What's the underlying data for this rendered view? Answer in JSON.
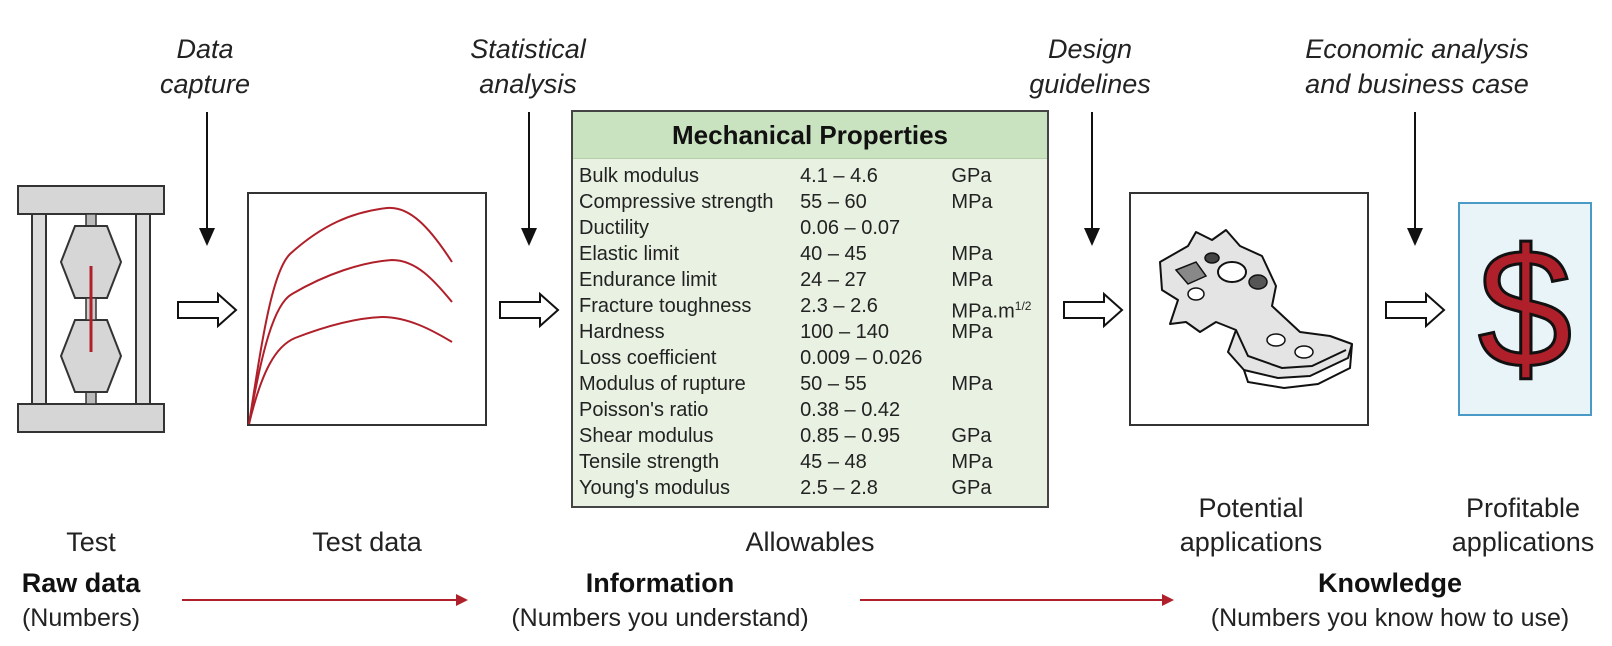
{
  "steps": {
    "data_capture": [
      "Data",
      "capture"
    ],
    "statistical_analysis": [
      "Statistical",
      "analysis"
    ],
    "design_guidelines": [
      "Design",
      "guidelines"
    ],
    "economic_analysis": [
      "Economic analysis",
      "and business case"
    ]
  },
  "captions": {
    "test": "Test",
    "test_data": "Test data",
    "allowables": "Allowables",
    "potential_applications": [
      "Potential",
      "applications"
    ],
    "profitable_applications": [
      "Profitable",
      "applications"
    ]
  },
  "stages": {
    "raw": {
      "title": "Raw data",
      "sub": "(Numbers)"
    },
    "information": {
      "title": "Information",
      "sub": "(Numbers you understand)"
    },
    "knowledge": {
      "title": "Knowledge",
      "sub": "(Numbers you know how to use)"
    }
  },
  "properties": {
    "title": "Mechanical Properties",
    "rows": [
      {
        "name": "Bulk modulus",
        "value": "4.1 – 4.6",
        "unit": "GPa"
      },
      {
        "name": "Compressive strength",
        "value": "55 – 60",
        "unit": "MPa"
      },
      {
        "name": "Ductility",
        "value": "0.06 – 0.07",
        "unit": ""
      },
      {
        "name": "Elastic limit",
        "value": "40 – 45",
        "unit": "MPa"
      },
      {
        "name": "Endurance limit",
        "value": "24 – 27",
        "unit": "MPa"
      },
      {
        "name": "Fracture toughness",
        "value": "2.3 – 2.6",
        "unit": "MPa.m",
        "unit_sup": "1/2"
      },
      {
        "name": "Hardness",
        "value": "100 – 140",
        "unit": "MPa"
      },
      {
        "name": "Loss coefficient",
        "value": "0.009 – 0.026",
        "unit": ""
      },
      {
        "name": "Modulus of rupture",
        "value": "50 – 55",
        "unit": "MPa"
      },
      {
        "name": "Poisson's ratio",
        "value": "0.38 – 0.42",
        "unit": ""
      },
      {
        "name": "Shear modulus",
        "value": "0.85 – 0.95",
        "unit": "GPa"
      },
      {
        "name": "Tensile strength",
        "value": "45 – 48",
        "unit": "MPa"
      },
      {
        "name": "Young's modulus",
        "value": "2.5 – 2.8",
        "unit": "GPa"
      }
    ]
  },
  "dollar_symbol": "$",
  "colors": {
    "accent_red": "#b0202a",
    "table_header": "#c9e2bf",
    "table_body": "#e8f1e2",
    "dollar_border": "#4a9ac7"
  }
}
